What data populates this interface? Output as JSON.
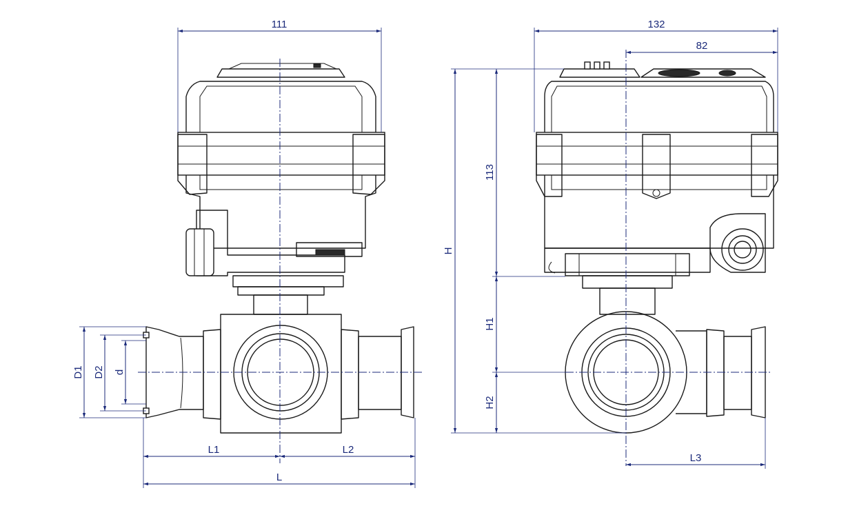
{
  "front_view": {
    "width_label": "111",
    "d1_label": "D1",
    "d2_label": "D2",
    "d_label": "d",
    "l1_label": "L1",
    "l2_label": "L2",
    "l_label": "L"
  },
  "side_view": {
    "width_label": "132",
    "offset_label": "82",
    "actuator_height_label": "113",
    "h_label": "H",
    "h1_label": "H1",
    "h2_label": "H2",
    "l3_label": "L3"
  },
  "colors": {
    "outline": "#1a1a1a",
    "dimension": "#1b2a7a"
  }
}
